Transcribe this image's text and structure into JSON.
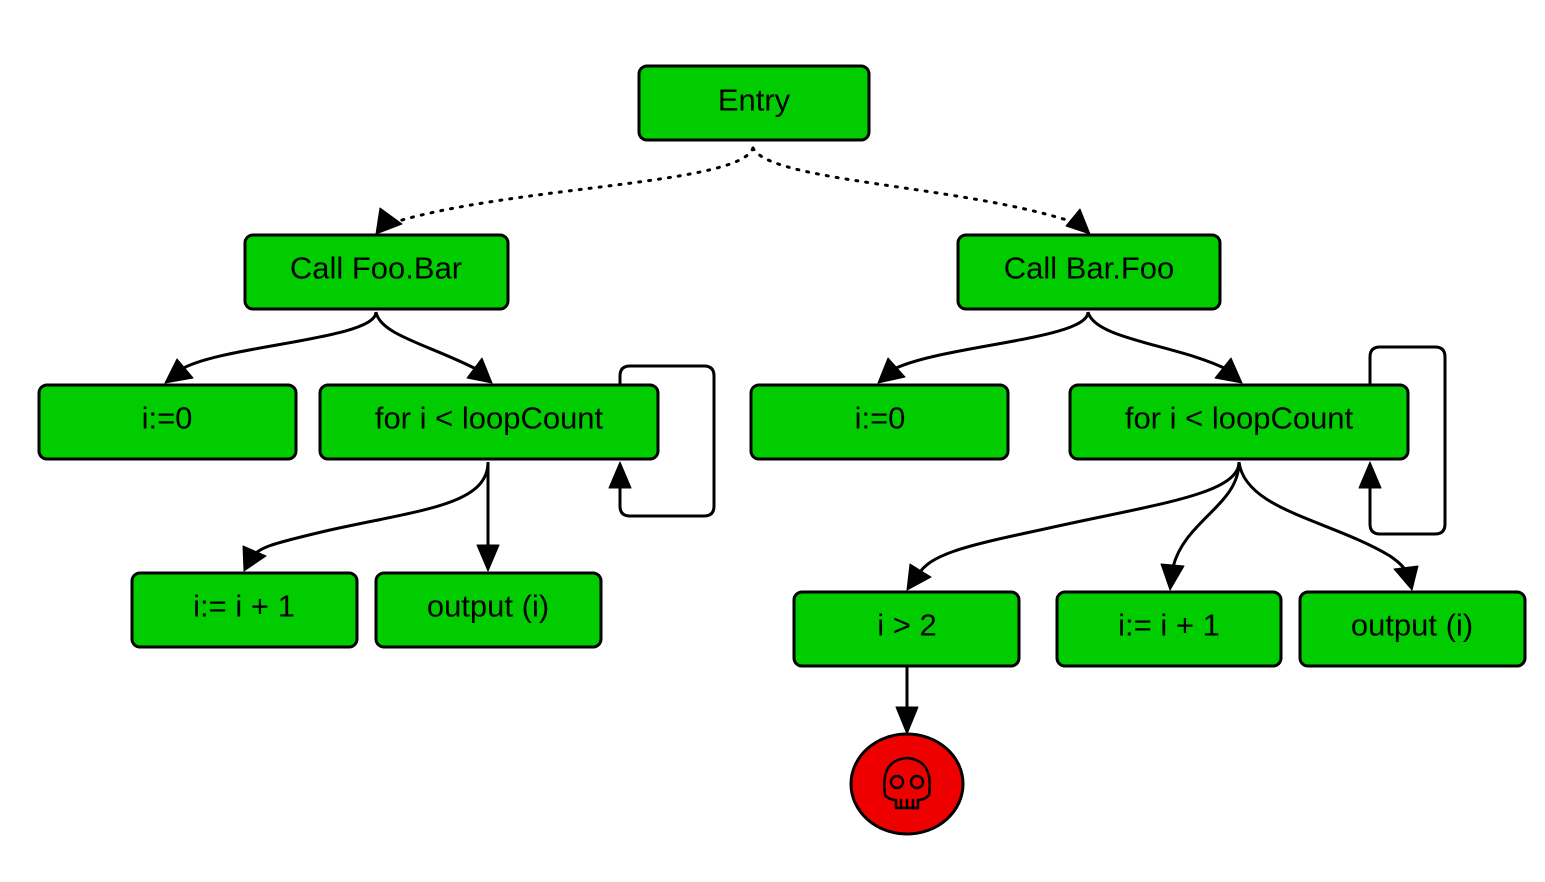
{
  "colors": {
    "node_fill": "#00cc00",
    "terminal_fill": "#ee0000",
    "stroke": "#000000",
    "background": "#ffffff"
  },
  "nodes": {
    "entry": "Entry",
    "call_foo_bar": "Call Foo.Bar",
    "foo_init": "i:=0",
    "foo_loop": "for i < loopCount",
    "foo_increment": "i:= i + 1",
    "foo_output": "output (i)",
    "call_bar_foo": "Call Bar.Foo",
    "bar_init": "i:=0",
    "bar_loop": "for i < loopCount",
    "bar_condition": "i > 2",
    "bar_increment": "i:= i + 1",
    "bar_output": "output (i)"
  },
  "terminal": {
    "icon": "skull-icon"
  }
}
